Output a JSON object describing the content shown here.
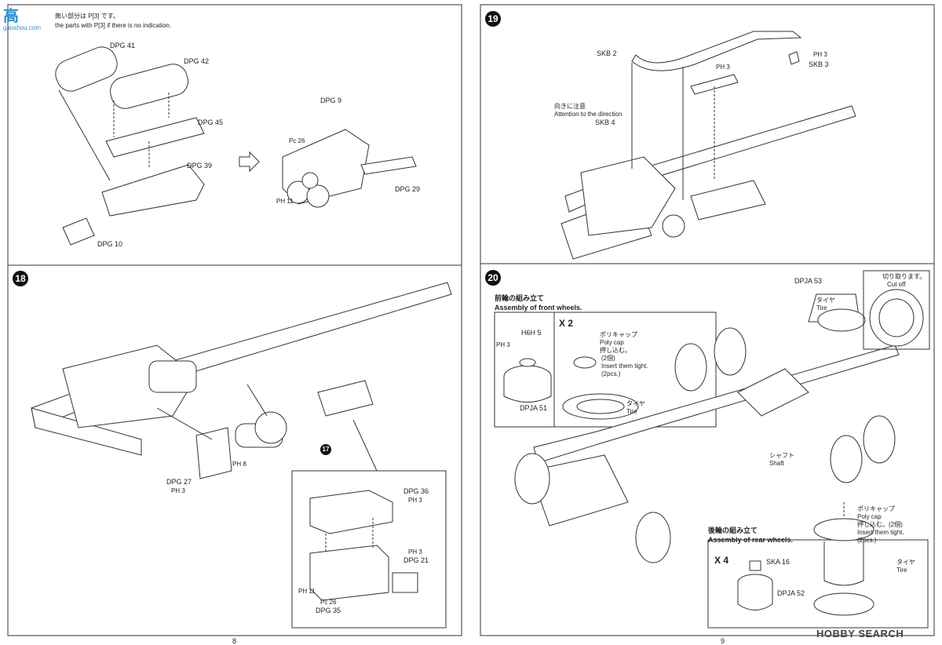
{
  "watermark_top": {
    "logo": "高",
    "text": "gaoshou.com"
  },
  "top_notes": {
    "jp": "無い部分は P[3] です。",
    "en": "the parts with P[3] if there is no indication."
  },
  "p17": {
    "labels": {
      "dpg41": "DPG 41",
      "dpg42": "DPG 42",
      "dpg45": "DPG 45",
      "dpg39": "DPG 39",
      "dpg10": "DPG 10",
      "dpg9": "DPG 9",
      "dpg29": "DPG 29",
      "pc": "Pc 26",
      "ph11": "PH 11"
    }
  },
  "step18": {
    "number": "18",
    "labels": {
      "dpg27": "DPG 27",
      "ph3": "PH 3",
      "ph8": "PH 8",
      "ref17": "17",
      "dpg36": "DPG 36",
      "ph3b": "PH 3",
      "ph3c": "PH 3",
      "dpg21": "DPG 21",
      "ph11": "PH 11",
      "pc26": "Pc 26",
      "dpg35": "DPG 35"
    }
  },
  "step19": {
    "number": "19",
    "labels": {
      "skb2": "SKB 2",
      "ph3": "PH 3",
      "ph3b": "PH 3",
      "skb3": "SKB 3",
      "dir_jp": "向きに注意",
      "dir_en": "Attention to the direction",
      "skb4": "SKB 4"
    }
  },
  "step20": {
    "number": "20",
    "front_jp": "前輪の組み立て",
    "front_en": "Assembly of front wheels.",
    "rear_jp": "後輪の組み立て",
    "rear_en": "Assembly of rear wheels.",
    "labels": {
      "h6h": "H6H 5",
      "ph3": "PH 3",
      "x2": "X 2",
      "dpja51": "DPJA 51",
      "polycap_jp": "ポリキャップ",
      "polycap_en": "Poly cap",
      "push_jp": "押し込む。",
      "two_jp": "(2個)",
      "insert_en": "Insert them tight.",
      "two_en": "(2pcs.)",
      "tire_jp": "タイヤ",
      "tire_en": "Tire",
      "dpja53": "DPJA 53",
      "cut_jp": "切り取ります。",
      "cut_en": "Cut off",
      "shaft_jp": "シャフト",
      "shaft_en": "Shaft",
      "x4": "X 4",
      "ska16": "SKA 16",
      "dpja52": "DPJA 52",
      "rear_poly_jp": "ポリキャップ",
      "rear_poly_en": "Poly cap",
      "rear_push": "押し込む。(2個)",
      "rear_insert": "Insert them tight.",
      "rear_two": "(2pcs.)",
      "rear_tire_jp": "タイヤ",
      "rear_tire_en": "Tire"
    }
  },
  "pages": {
    "left": "8",
    "right": "9"
  },
  "brand": {
    "text": "HOBBY SEARCH"
  }
}
